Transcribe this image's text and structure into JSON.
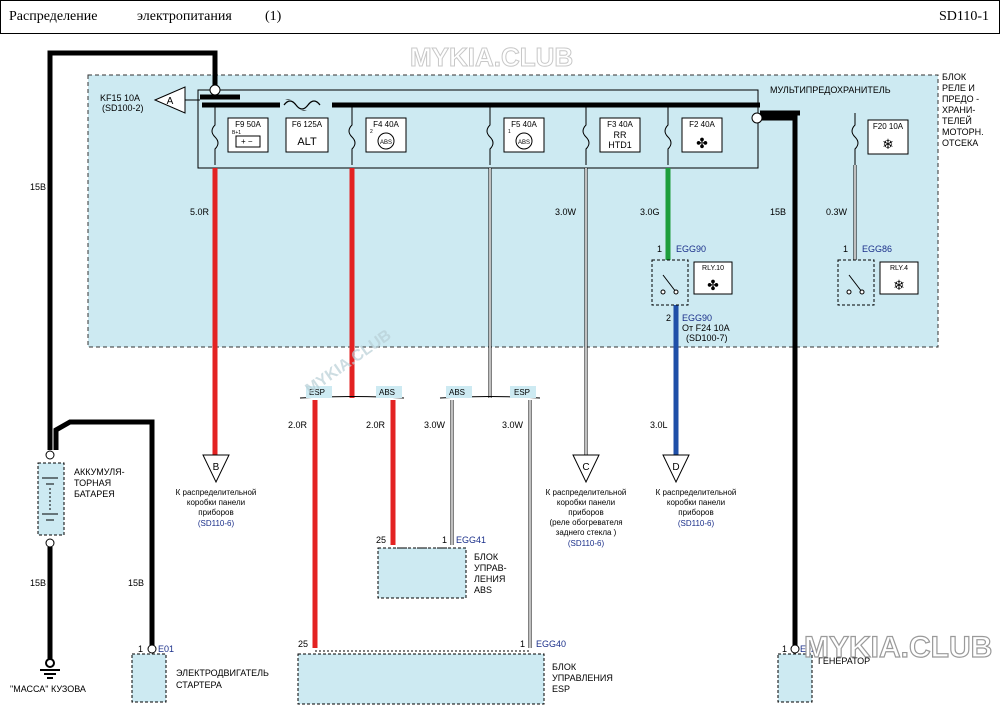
{
  "header": {
    "title_part1": "Распределение",
    "title_part2": "электропитания",
    "title_part3": "(1)",
    "code": "SD110-1"
  },
  "watermarks": {
    "top": "MYKIA.CLUB",
    "diagonal": "MYKIA.CLUB",
    "bottom_right": "MYKIA.CLUB"
  },
  "colors": {
    "engine_box_fill": "#cdeaf2",
    "red": "#e32222",
    "green": "#1e9e3c",
    "blue": "#1f4fa8",
    "black": "#000000",
    "white_wire": "#ffffff"
  },
  "engine_box": {
    "title_lines": [
      "БЛОК",
      "РЕЛЕ И",
      "ПРЕДО -",
      "ХРАНИ-",
      "ТЕЛЕЙ",
      "МОТОРН.",
      "ОТСЕКА"
    ],
    "multifuse_label": "МУЛЬТИПРЕДОХРАНИТЕЛЬ"
  },
  "connector_a": {
    "letter": "A",
    "fuse": "KF15 10A",
    "ref": "(SD100-2)"
  },
  "fuses": [
    {
      "label": "F9 50A",
      "sub": "B+1",
      "icon": "battery-icon"
    },
    {
      "label": "F6 125A",
      "text": "ALT"
    },
    {
      "label": "F4 40A",
      "sub": "2",
      "icon": "abs-icon",
      "icon_text": "ABS"
    },
    {
      "label": "F5 40A",
      "sub": "1",
      "icon": "abs-icon",
      "icon_text": "ABS"
    },
    {
      "label": "F3 40A",
      "text1": "RR",
      "text2": "HTD1"
    },
    {
      "label": "F2 40A",
      "icon": "fan-icon"
    },
    {
      "label": "F20 10A",
      "icon": "ac-snowflake-icon"
    }
  ],
  "relays": [
    {
      "label": "RLY.10",
      "pin1": "1",
      "pin2": "2",
      "connector": "EGG90",
      "connector2": "EGG90",
      "from_fuse": "От F24 10A",
      "ref": "(SD100-7)"
    },
    {
      "label": "RLY.4",
      "pin1": "1",
      "connector": "EGG86"
    }
  ],
  "wires": {
    "battery_top": "15B",
    "w_red_main": "5.0R",
    "w_c": "3.0W",
    "w_green": "3.0G",
    "w_generator": "15B",
    "w_ac": "0.3W",
    "w_blue": "3.0L",
    "w_red_esp": "2.0R",
    "w_red_abs": "2.0R",
    "w_white_abs": "3.0W",
    "w_white_esp": "3.0W",
    "battery_bottom": "15B",
    "starter": "15B"
  },
  "splices": {
    "esp1": "ESP",
    "abs1": "ABS",
    "abs2": "ABS",
    "esp2": "ESP"
  },
  "connectors": {
    "b": {
      "letter": "B",
      "lines": [
        "К распределительной",
        "коробки   панели",
        "приборов"
      ],
      "ref": "(SD110-6)"
    },
    "c": {
      "letter": "C",
      "lines": [
        "К распределительной",
        "коробки   панели",
        "приборов",
        "(реле  обогревателя",
        "заднего   стекла  )"
      ],
      "ref": "(SD110-6)"
    },
    "d": {
      "letter": "D",
      "lines": [
        "К распределительной",
        "коробки   панели",
        "приборов"
      ],
      "ref": "(SD110-6)"
    }
  },
  "battery": {
    "lines": [
      "АККУМУЛЯ-",
      "ТОРНАЯ",
      "БАТАРЕЯ"
    ]
  },
  "ground": {
    "label": "\"МАССА\"  КУЗОВА"
  },
  "starter": {
    "pin": "1",
    "connector": "E01",
    "lines": [
      "ЭЛЕКТРОДВИГАТЕЛЬ",
      "СТАРТЕРА"
    ]
  },
  "abs_unit": {
    "pin25": "25",
    "pin1": "1",
    "connector": "EGG41",
    "lines": [
      "БЛОК",
      "УПРАВ-",
      "ЛЕНИЯ",
      "ABS"
    ]
  },
  "esp_unit": {
    "pin25": "25",
    "pin1": "1",
    "connector": "EGG40",
    "lines": [
      "БЛОК",
      "УПРАВЛЕНИЯ",
      "ESP"
    ]
  },
  "generator": {
    "pin": "1",
    "connector": "E02",
    "label": "ГЕНЕРАТОР"
  }
}
